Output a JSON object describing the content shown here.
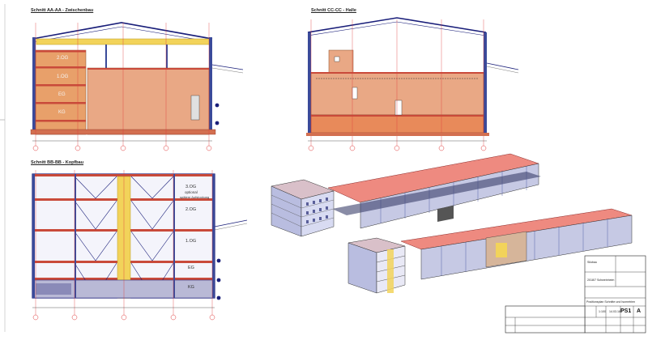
{
  "sections": {
    "aa_title": "Schnitt AA-AA - Zwischenbau",
    "cc_title": "Schnitt CC-CC - Halle",
    "bb_title": "Schnitt BB-BB - Kopfbau"
  },
  "levels_aa": [
    "2.OG",
    "1.OG",
    "EG",
    "KG"
  ],
  "levels_bb": [
    "3.OG",
    "2.OG",
    "1.OG",
    "EG",
    "KG"
  ],
  "bb_notes": [
    "optional",
    "spätere Aufstockung"
  ],
  "titleblock": {
    "project": "Silobau",
    "number": "2018/7 Schweinheim",
    "drawing": "Positionsplan Schnitte und Isometrien",
    "scale": "1:100",
    "date": "14.03.18",
    "index": "A",
    "plan_no": "PS1"
  },
  "colors": {
    "line": "#1a1f7a",
    "brick": "#e8a06a",
    "slab": "#c94a3a",
    "roof": "#e87b70",
    "yellow": "#f2d35a",
    "steel": "#6f7fbf"
  }
}
